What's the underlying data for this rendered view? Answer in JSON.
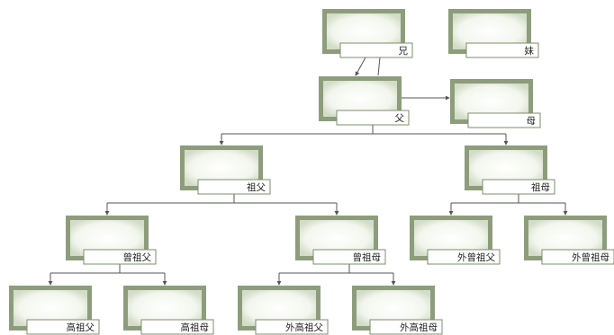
{
  "colors": {
    "frame": "#8d9d7c",
    "frame_inner": "#f6f8f2",
    "label_border": "#7d8c6c",
    "connector": "#555555",
    "text": "#222222"
  },
  "nodes": [
    {
      "id": "brother",
      "label": "兄"
    },
    {
      "id": "sister",
      "label": "妹"
    },
    {
      "id": "father",
      "label": "父"
    },
    {
      "id": "mother",
      "label": "母"
    },
    {
      "id": "grandfather",
      "label": "祖父"
    },
    {
      "id": "grandmother",
      "label": "祖母"
    },
    {
      "id": "great-grandfather",
      "label": "曾祖父"
    },
    {
      "id": "great-grandmother",
      "label": "曾祖母"
    },
    {
      "id": "maternal-great-grandfather",
      "label": "外曾祖父"
    },
    {
      "id": "maternal-great-grandmother",
      "label": "外曾祖母"
    },
    {
      "id": "great-great-grandfather",
      "label": "高祖父"
    },
    {
      "id": "great-great-grandmother",
      "label": "高祖母"
    },
    {
      "id": "maternal-great-great-grandfather",
      "label": "外高祖父"
    },
    {
      "id": "maternal-great-great-grandmother",
      "label": "外高祖母"
    }
  ],
  "edges": [
    {
      "from": "brother",
      "to": "father",
      "kind": "sibling"
    },
    {
      "from": "father",
      "to": "mother",
      "kind": "spouse"
    },
    {
      "from": "father",
      "to": "grandfather",
      "kind": "parent"
    },
    {
      "from": "father",
      "to": "grandmother",
      "kind": "parent"
    },
    {
      "from": "grandfather",
      "to": "great-grandfather",
      "kind": "parent"
    },
    {
      "from": "grandfather",
      "to": "great-grandmother",
      "kind": "parent"
    },
    {
      "from": "grandmother",
      "to": "maternal-great-grandfather",
      "kind": "parent"
    },
    {
      "from": "grandmother",
      "to": "maternal-great-grandmother",
      "kind": "parent"
    },
    {
      "from": "great-grandfather",
      "to": "great-great-grandfather",
      "kind": "parent"
    },
    {
      "from": "great-grandfather",
      "to": "great-great-grandmother",
      "kind": "parent"
    },
    {
      "from": "great-grandmother",
      "to": "maternal-great-great-grandfather",
      "kind": "parent"
    },
    {
      "from": "great-grandmother",
      "to": "maternal-great-great-grandmother",
      "kind": "parent"
    }
  ]
}
